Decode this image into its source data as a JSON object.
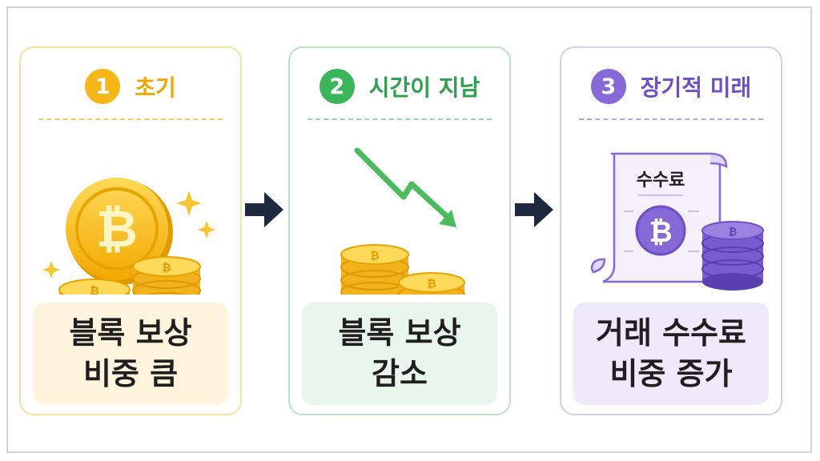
{
  "steps": [
    {
      "number": "1",
      "title": "초기",
      "label_line1": "블록 보상",
      "label_line2": "비중 큼",
      "color": "#f5b618"
    },
    {
      "number": "2",
      "title": "시간이 지남",
      "label_line1": "블록 보상",
      "label_line2": "감소",
      "color": "#3bb55a"
    },
    {
      "number": "3",
      "title": "장기적 미래",
      "label_line1": "거래 수수료",
      "label_line2": "비중 증가",
      "color": "#8668d6",
      "document_label": "수수료"
    }
  ],
  "icons": [
    "bitcoin-coin-icon",
    "coin-stack-icon",
    "sparkle-icon",
    "down-trend-arrow-icon",
    "fee-receipt-icon",
    "right-arrow-icon"
  ]
}
